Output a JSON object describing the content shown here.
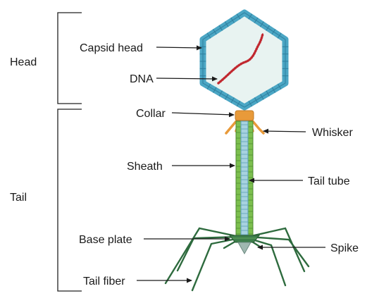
{
  "groups": {
    "head": "Head",
    "tail": "Tail"
  },
  "labels": {
    "capsid_head": "Capsid head",
    "dna": "DNA",
    "collar": "Collar",
    "whisker": "Whisker",
    "sheath": "Sheath",
    "tail_tube": "Tail tube",
    "base_plate": "Base plate",
    "spike": "Spike",
    "tail_fiber": "Tail fiber"
  },
  "colors": {
    "capsid_outline": "#4ba6c4",
    "capsid_fill": "#e8f3f1",
    "dna": "#c0222a",
    "collar": "#e89a3a",
    "sheath": "#7cbf4e",
    "tail_tube": "#a7d2e0",
    "fibers": "#2e6b3e"
  }
}
